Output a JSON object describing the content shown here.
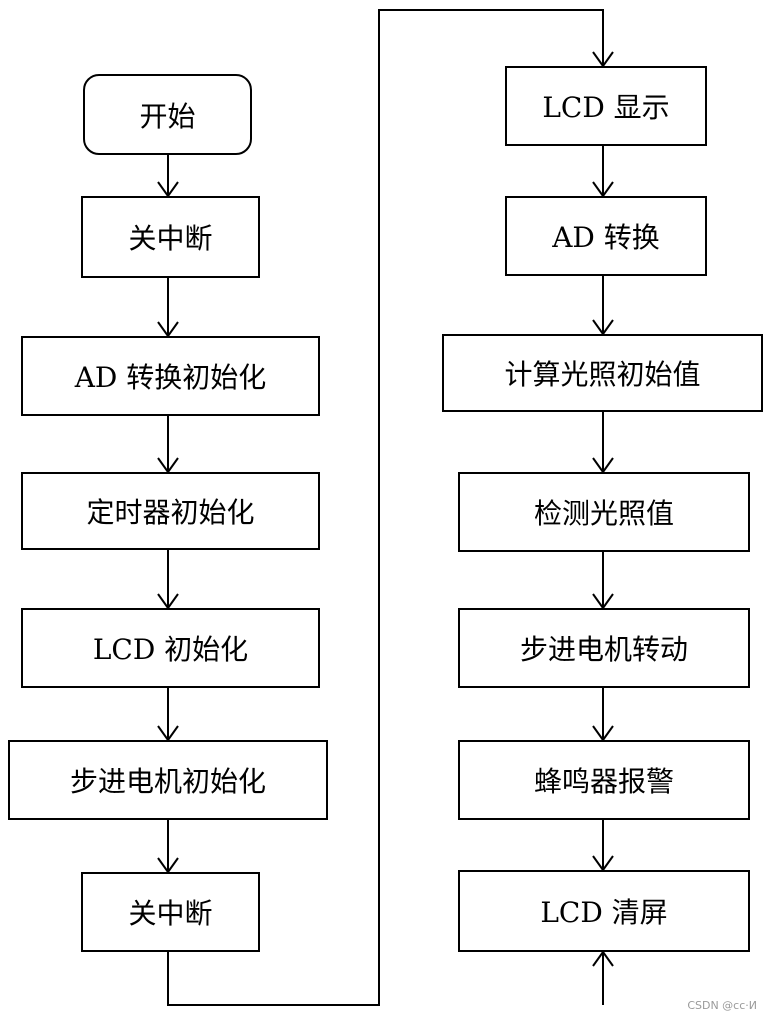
{
  "diagram": {
    "left_column": [
      "开始",
      "关中断",
      "AD 转换初始化",
      "定时器初始化",
      "LCD 初始化",
      "步进电机初始化",
      "关中断"
    ],
    "right_column": [
      "LCD 显示",
      "AD 转换",
      "计算光照初始值",
      "检测光照值",
      "步进电机转动",
      "蜂鸣器报警",
      "LCD 清屏"
    ]
  },
  "watermark": "CSDN @cc·И"
}
